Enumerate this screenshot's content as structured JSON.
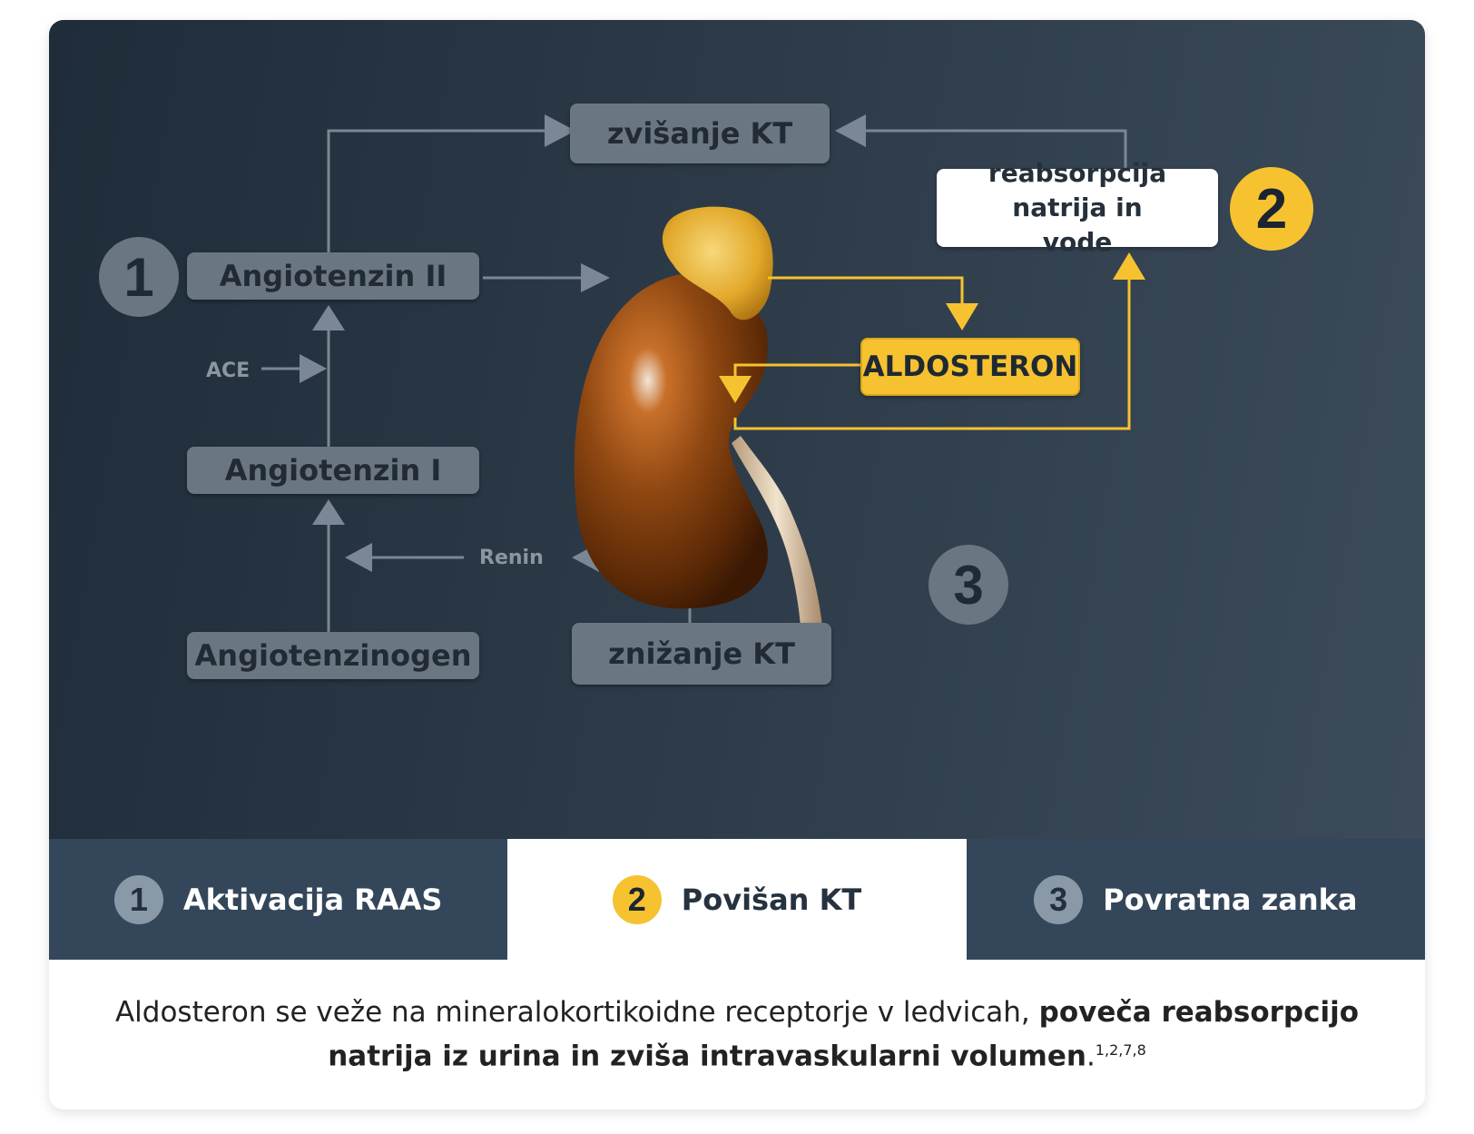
{
  "diagram": {
    "boxes": {
      "zvisanje": "zvišanje KT",
      "reabsorpcija": "reabsorpcija natrija in vode",
      "angiotenzin2": "Angiotenzin II",
      "angiotenzin1": "Angiotenzin I",
      "angiotenzinogen": "Angiotenzinogen",
      "znizanje": "znižanje KT",
      "aldosteron": "ALDOSTERON"
    },
    "labels": {
      "ace": "ACE",
      "renin": "Renin"
    },
    "badges": {
      "one": "1",
      "two": "2",
      "three": "3"
    },
    "colors": {
      "accent_yellow": "#f6c230",
      "box_grey": "#6a7783",
      "arrow_grey": "#7b8794",
      "background": "#2c3a48"
    }
  },
  "tabs": [
    {
      "number": "1",
      "label": "Aktivacija RAAS",
      "active": false
    },
    {
      "number": "2",
      "label": "Povišan KT",
      "active": true
    },
    {
      "number": "3",
      "label": "Povratna zanka",
      "active": false
    }
  ],
  "caption": {
    "plain": "Aldosteron se veže na mineralokortikoidne receptorje v ledvicah, ",
    "bold": "poveča reabsorpcijo natrija iz urina in zviša intravaskularni volumen",
    "end": ".",
    "refs": "1,2,7,8"
  }
}
